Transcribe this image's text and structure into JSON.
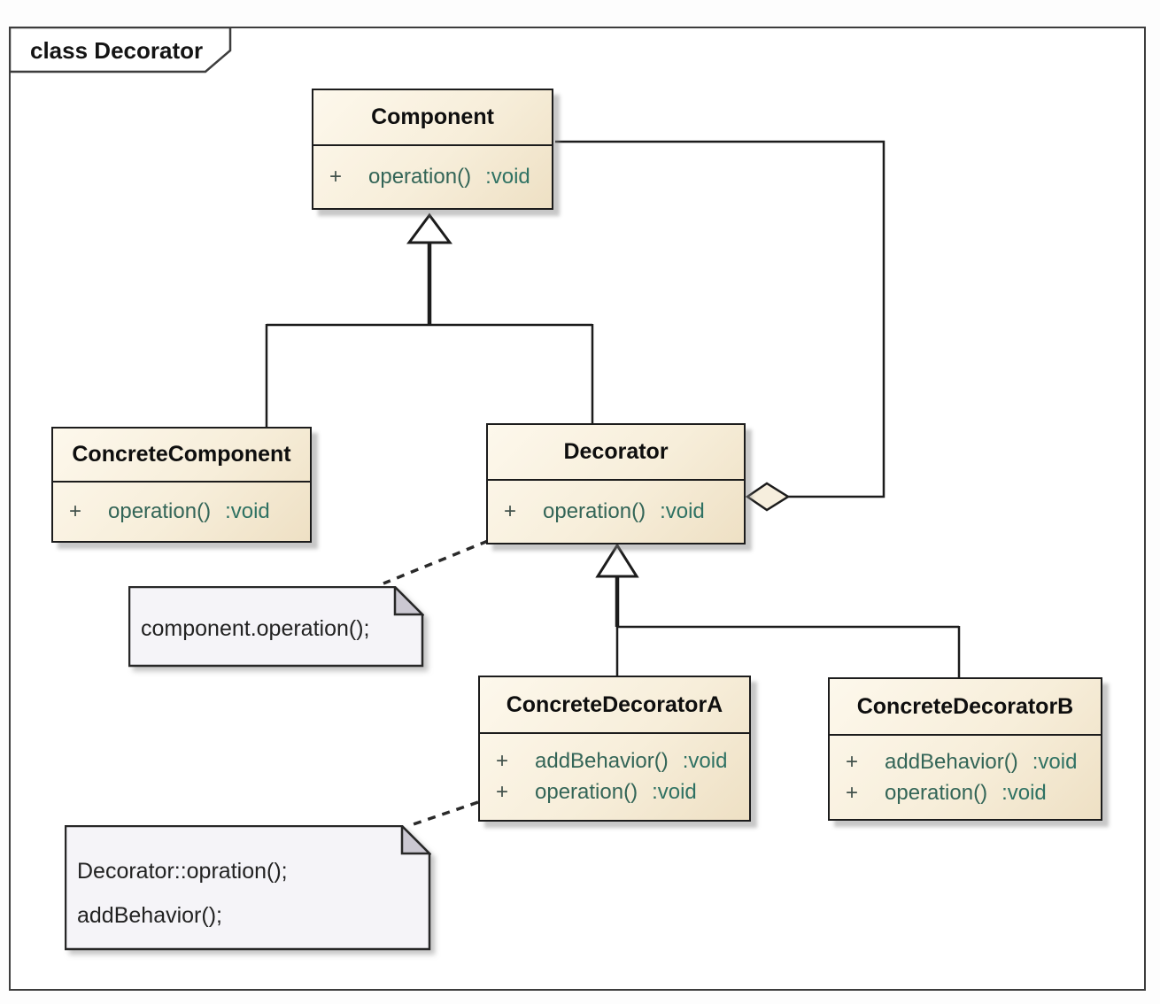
{
  "frame": {
    "title": "class Decorator"
  },
  "colors": {
    "class_fill": "#f7eeda",
    "class_border": "#1c1c1c",
    "method_name": "#336557",
    "method_type": "#2f7263",
    "note_fill": "#f5f4f8",
    "note_fold": "#cbc8d2",
    "frame_border": "#3d3d3d"
  },
  "classes": {
    "component": {
      "name": "Component",
      "members": [
        {
          "vis": "+",
          "sig": "operation()",
          "ret": ":void"
        }
      ]
    },
    "concreteComponent": {
      "name": "ConcreteComponent",
      "members": [
        {
          "vis": "+",
          "sig": "operation()",
          "ret": ":void"
        }
      ]
    },
    "decorator": {
      "name": "Decorator",
      "members": [
        {
          "vis": "+",
          "sig": "operation()",
          "ret": ":void"
        }
      ]
    },
    "concreteDecoratorA": {
      "name": "ConcreteDecoratorA",
      "members": [
        {
          "vis": "+",
          "sig": "addBehavior()",
          "ret": ":void"
        },
        {
          "vis": "+",
          "sig": "operation()",
          "ret": ":void"
        }
      ]
    },
    "concreteDecoratorB": {
      "name": "ConcreteDecoratorB",
      "members": [
        {
          "vis": "+",
          "sig": "addBehavior()",
          "ret": ":void"
        },
        {
          "vis": "+",
          "sig": "operation()",
          "ret": ":void"
        }
      ]
    }
  },
  "notes": {
    "decoratorNote": {
      "lines": [
        "component.operation();"
      ]
    },
    "concreteDecoratorANote": {
      "lines": [
        "Decorator::opration();",
        "addBehavior();"
      ]
    }
  },
  "relationships": [
    {
      "type": "generalization",
      "from": "ConcreteComponent",
      "to": "Component"
    },
    {
      "type": "generalization",
      "from": "Decorator",
      "to": "Component"
    },
    {
      "type": "generalization",
      "from": "ConcreteDecoratorA",
      "to": "Decorator"
    },
    {
      "type": "generalization",
      "from": "ConcreteDecoratorB",
      "to": "Decorator"
    },
    {
      "type": "aggregation",
      "from": "Decorator",
      "to": "Component"
    },
    {
      "type": "note-anchor",
      "from": "decoratorNote",
      "to": "Decorator"
    },
    {
      "type": "note-anchor",
      "from": "concreteDecoratorANote",
      "to": "ConcreteDecoratorA"
    }
  ]
}
